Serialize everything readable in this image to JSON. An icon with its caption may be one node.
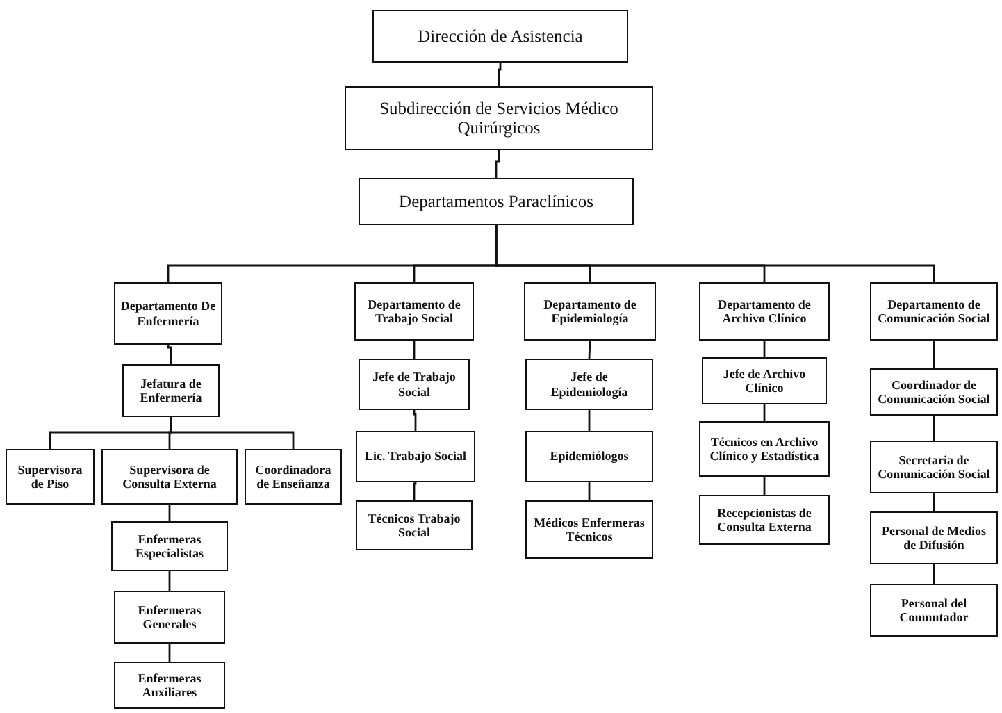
{
  "diagram": {
    "nodes": [
      {
        "text": [
          "Dirección de Asistencia"
        ]
      },
      {
        "text": [
          "Subdirección de Servicios Médico Quirúrgicos"
        ]
      },
      {
        "text": [
          "Departamentos Paraclínicos"
        ]
      },
      {
        "text": [
          "Departamento De Enfermería"
        ]
      },
      {
        "text": [
          "Jefatura de Enfermería"
        ]
      },
      {
        "text": [
          "Supervisora de Piso"
        ]
      },
      {
        "text": [
          "Supervisora de Consulta Externa"
        ]
      },
      {
        "text": [
          "Coordinadora de Enseñanza"
        ]
      },
      {
        "text": [
          "Enfermeras Especialistas"
        ]
      },
      {
        "text": [
          "Enfermeras Generales"
        ]
      },
      {
        "text": [
          "Enfermeras Auxiliares"
        ]
      },
      {
        "text": [
          "Departamento de Trabajo Social"
        ]
      },
      {
        "text": [
          "Jefe de Trabajo Social"
        ]
      },
      {
        "text": [
          "Lic. Trabajo Social"
        ]
      },
      {
        "text": [
          "Técnicos Trabajo Social"
        ]
      },
      {
        "text": [
          "Departamento de Epidemiología"
        ]
      },
      {
        "text": [
          "Jefe de Epidemiología"
        ]
      },
      {
        "text": [
          "Epidemiólogos"
        ]
      },
      {
        "text": [
          "Médicos Enfermeras Técnicos"
        ]
      },
      {
        "text": [
          "Departamento de Archivo Clínico"
        ]
      },
      {
        "text": [
          "Jefe de Archivo Clínico"
        ]
      },
      {
        "text": [
          "Técnicos en Archivo Clínico y Estadística"
        ]
      },
      {
        "text": [
          "Recepcionistas de Consulta Externa"
        ]
      },
      {
        "text": [
          "Departamento de Comunicación Social"
        ]
      },
      {
        "text": [
          "Coordinador de Comunicación Social"
        ]
      },
      {
        "text": [
          "Secretaria de Comunicación Social"
        ]
      },
      {
        "text": [
          "Personal de Medios de Difusión"
        ]
      },
      {
        "text": [
          "Personal del Conmutador"
        ]
      }
    ],
    "edges": [
      {
        "from": 0,
        "to": 1,
        "arrow": "none"
      },
      {
        "from": 1,
        "to": 2,
        "arrow": "none"
      },
      {
        "from": 2,
        "to": 3,
        "arrow": "none"
      },
      {
        "from": 2,
        "to": 11,
        "arrow": "none"
      },
      {
        "from": 2,
        "to": 15,
        "arrow": "none"
      },
      {
        "from": 2,
        "to": 19,
        "arrow": "none"
      },
      {
        "from": 2,
        "to": 23,
        "arrow": "none"
      },
      {
        "from": 3,
        "to": 4,
        "arrow": "none"
      },
      {
        "from": 4,
        "to": 5,
        "arrow": "none"
      },
      {
        "from": 4,
        "to": 6,
        "arrow": "none"
      },
      {
        "from": 4,
        "to": 7,
        "arrow": "none"
      },
      {
        "from": 6,
        "to": 8,
        "arrow": "none"
      },
      {
        "from": 8,
        "to": 9,
        "arrow": "none"
      },
      {
        "from": 9,
        "to": 10,
        "arrow": "none"
      },
      {
        "from": 11,
        "to": 12,
        "arrow": "none"
      },
      {
        "from": 12,
        "to": 13,
        "arrow": "none"
      },
      {
        "from": 13,
        "to": 14,
        "arrow": "none"
      },
      {
        "from": 15,
        "to": 16,
        "arrow": "none"
      },
      {
        "from": 16,
        "to": 17,
        "arrow": "none"
      },
      {
        "from": 17,
        "to": 18,
        "arrow": "none"
      },
      {
        "from": 19,
        "to": 20,
        "arrow": "none"
      },
      {
        "from": 20,
        "to": 21,
        "arrow": "none"
      },
      {
        "from": 21,
        "to": 22,
        "arrow": "none"
      },
      {
        "from": 23,
        "to": 24,
        "arrow": "none"
      },
      {
        "from": 24,
        "to": 25,
        "arrow": "none"
      },
      {
        "from": 25,
        "to": 26,
        "arrow": "none"
      },
      {
        "from": 26,
        "to": 27,
        "arrow": "none"
      }
    ]
  }
}
